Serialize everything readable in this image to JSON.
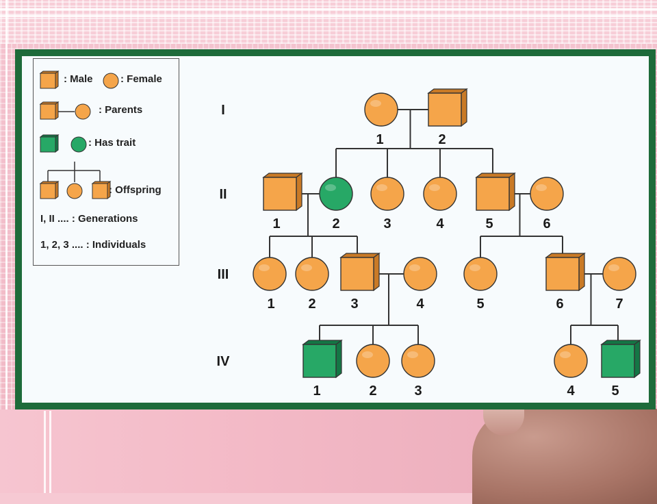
{
  "colors": {
    "unaffected": "#f5a54a",
    "unaffected_dark": "#c97a26",
    "affected": "#27a866",
    "affected_dark": "#147645",
    "frame": "#1e6b3a",
    "panel": "#f7fbfd"
  },
  "legend": {
    "male_label": ": Male",
    "female_label": ": Female",
    "parents_label": ": Parents",
    "trait_label": ": Has trait",
    "offspring_label": ": Offspring",
    "generations_label": "I, II .... : Generations",
    "individuals_label": "1, 2, 3 .... : Individuals"
  },
  "generations": [
    {
      "label": "I",
      "individuals": [
        {
          "id": "I-1",
          "number": "1",
          "sex": "female",
          "trait": false
        },
        {
          "id": "I-2",
          "number": "2",
          "sex": "male",
          "trait": false
        }
      ]
    },
    {
      "label": "II",
      "individuals": [
        {
          "id": "II-1",
          "number": "1",
          "sex": "male",
          "trait": false
        },
        {
          "id": "II-2",
          "number": "2",
          "sex": "female",
          "trait": true
        },
        {
          "id": "II-3",
          "number": "3",
          "sex": "female",
          "trait": false
        },
        {
          "id": "II-4",
          "number": "4",
          "sex": "female",
          "trait": false
        },
        {
          "id": "II-5",
          "number": "5",
          "sex": "male",
          "trait": false
        },
        {
          "id": "II-6",
          "number": "6",
          "sex": "female",
          "trait": false
        }
      ]
    },
    {
      "label": "III",
      "individuals": [
        {
          "id": "III-1",
          "number": "1",
          "sex": "female",
          "trait": false
        },
        {
          "id": "III-2",
          "number": "2",
          "sex": "female",
          "trait": false
        },
        {
          "id": "III-3",
          "number": "3",
          "sex": "male",
          "trait": false
        },
        {
          "id": "III-4",
          "number": "4",
          "sex": "female",
          "trait": false
        },
        {
          "id": "III-5",
          "number": "5",
          "sex": "female",
          "trait": false
        },
        {
          "id": "III-6",
          "number": "6",
          "sex": "male",
          "trait": false
        },
        {
          "id": "III-7",
          "number": "7",
          "sex": "female",
          "trait": false
        }
      ]
    },
    {
      "label": "IV",
      "individuals": [
        {
          "id": "IV-1",
          "number": "1",
          "sex": "male",
          "trait": true
        },
        {
          "id": "IV-2",
          "number": "2",
          "sex": "female",
          "trait": false
        },
        {
          "id": "IV-3",
          "number": "3",
          "sex": "female",
          "trait": false
        },
        {
          "id": "IV-4",
          "number": "4",
          "sex": "female",
          "trait": false
        },
        {
          "id": "IV-5",
          "number": "5",
          "sex": "male",
          "trait": true
        }
      ]
    }
  ],
  "matings": [
    {
      "parents": [
        "I-1",
        "I-2"
      ],
      "children": [
        "II-2",
        "II-3",
        "II-4",
        "II-5"
      ]
    },
    {
      "parents": [
        "II-1",
        "II-2"
      ],
      "children": [
        "III-1",
        "III-2",
        "III-3"
      ]
    },
    {
      "parents": [
        "II-5",
        "II-6"
      ],
      "children": [
        "III-5",
        "III-6"
      ]
    },
    {
      "parents": [
        "III-3",
        "III-4"
      ],
      "children": [
        "IV-1",
        "IV-2",
        "IV-3"
      ]
    },
    {
      "parents": [
        "III-6",
        "III-7"
      ],
      "children": [
        "IV-4",
        "IV-5"
      ]
    }
  ]
}
